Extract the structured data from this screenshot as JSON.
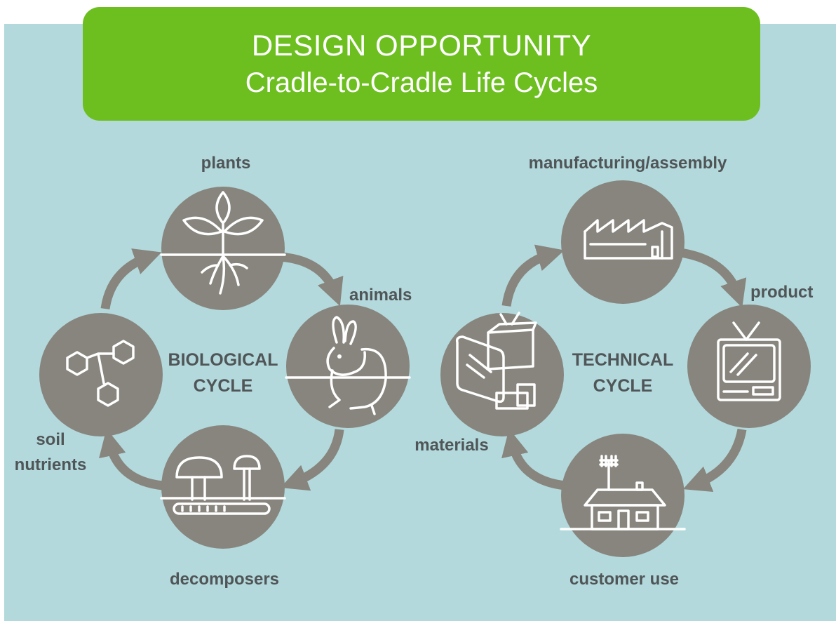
{
  "banner": {
    "title": "DESIGN OPPORTUNITY",
    "subtitle": "Cradle-to-Cradle Life Cycles"
  },
  "biological": {
    "center_line1": "BIOLOGICAL",
    "center_line2": "CYCLE",
    "plants": "plants",
    "animals": "animals",
    "decomposers": "decomposers",
    "soil_line1": "soil",
    "soil_line2": "nutrients"
  },
  "technical": {
    "center_line1": "TECHNICAL",
    "center_line2": "CYCLE",
    "manufacturing": "manufacturing/assembly",
    "product": "product",
    "customer_use": "customer use",
    "materials": "materials"
  },
  "colors": {
    "banner_green": "#6cbf1f",
    "background_blue": "#b3d9dc",
    "node_gray": "#87857d",
    "text_gray": "#505557"
  }
}
